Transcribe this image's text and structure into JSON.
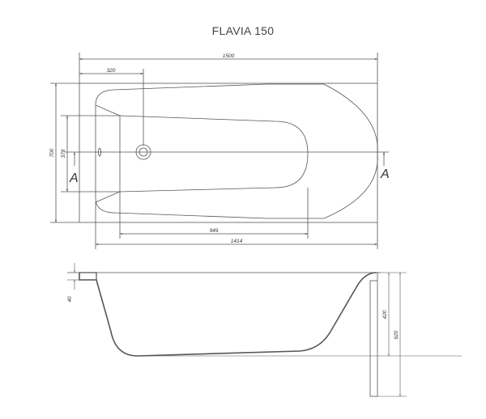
{
  "title": "FLAVIA  150",
  "plan_view": {
    "dimensions": {
      "overall_length": "1500",
      "drain_offset": "320",
      "overall_width": "700",
      "inner_width": "378",
      "bottom_length": "949",
      "inner_length": "1414"
    },
    "section_markers": [
      "A",
      "A"
    ]
  },
  "side_view": {
    "dimensions": {
      "rim_thickness": "40",
      "depth": "420",
      "total_height": "620"
    }
  },
  "colors": {
    "line": "#555555",
    "text": "#333333"
  }
}
